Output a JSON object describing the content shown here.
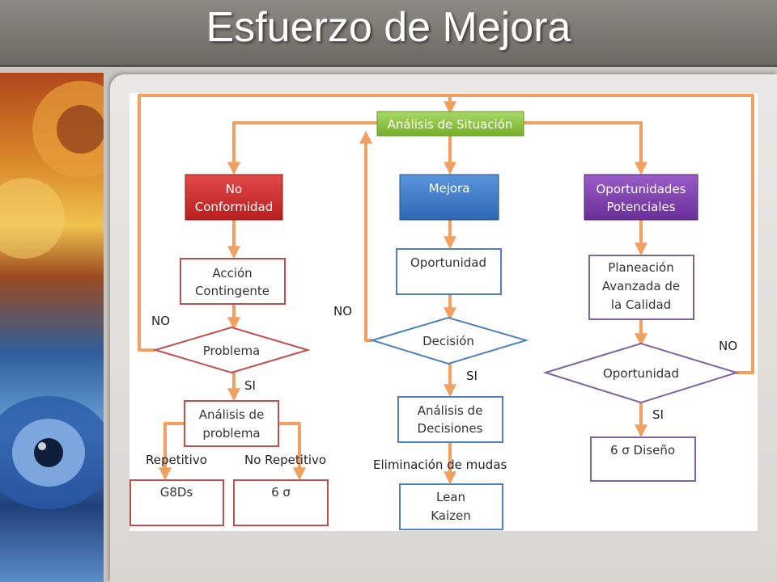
{
  "slide": {
    "title": "Esfuerzo de Mejora"
  },
  "nodes": {
    "analisis_situacion": "Análisis de Situación",
    "no_conformidad": [
      "No",
      "Conformidad"
    ],
    "mejora": "Mejora",
    "oportunidades": [
      "Oportunidades",
      "Potenciales"
    ],
    "accion": [
      "Acción",
      "Contingente"
    ],
    "problema": "Problema",
    "analisis_problema": [
      "Análisis de",
      "problema"
    ],
    "g8ds": "G8Ds",
    "seis_sigma": "6 σ",
    "oportunidad_box": "Oportunidad",
    "decision": "Decisión",
    "analisis_decisiones": [
      "Análisis de",
      "Decisiones"
    ],
    "lean": [
      "Lean",
      "Kaizen"
    ],
    "planeacion": [
      "Planeación",
      "Avanzada de",
      "la Calidad"
    ],
    "oportunidad_diamond": "Oportunidad",
    "seis_sigma_diseno": "6 σ Diseño"
  },
  "labels": {
    "no_left": "NO",
    "si_left": "SI",
    "repetitivo": "Repetitivo",
    "no_repetitivo": "No Repetitivo",
    "no_middle": "NO",
    "si_middle": "SI",
    "eliminacion": "Eliminación de mudas",
    "no_right": "NO",
    "si_right": "SI"
  },
  "colors": {
    "arrow": "#f0a060",
    "green": "#8cc43c",
    "red": "#cc2a2a",
    "blue": "#3d7cc9",
    "purple": "#7a3fa8",
    "left_outline": "#c0504d",
    "mid_outline": "#4f81bd",
    "right_outline": "#8064a2"
  }
}
